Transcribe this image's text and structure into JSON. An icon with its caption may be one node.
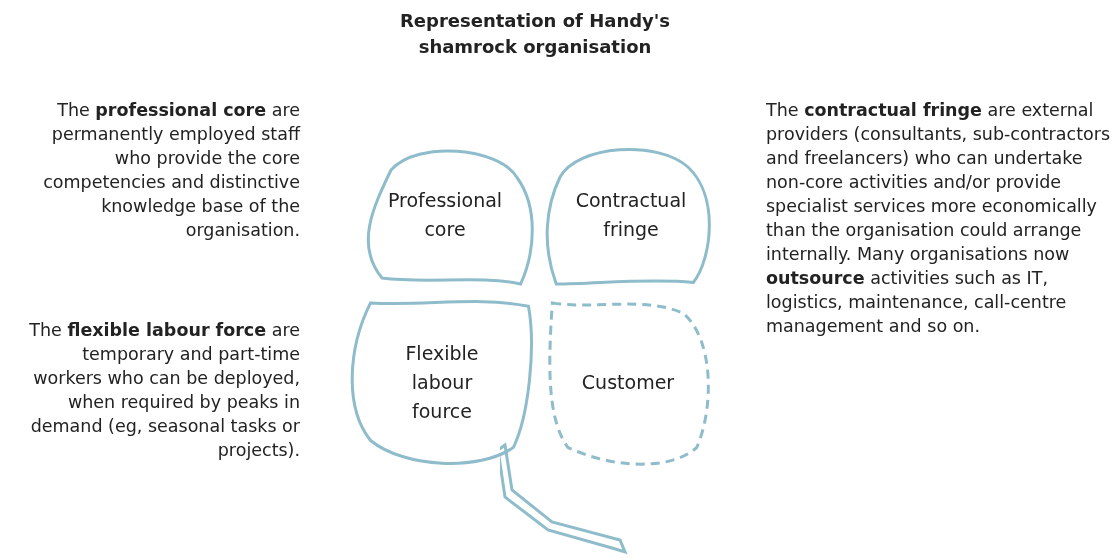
{
  "diagram": {
    "title": "Representation of Handy's shamrock organisation",
    "nodes": [
      {
        "text": [
          "Professional core"
        ]
      },
      {
        "text": [
          "Contractual fringe"
        ]
      },
      {
        "text": [
          "Flexible labour fource"
        ]
      },
      {
        "text": [
          "Customer"
        ]
      }
    ],
    "labels": [
      "The **professional core** are permanently employed staff who provide the core competencies and distinctive knowledge base of the organisation.",
      "The **flexible labour force** are temporary and part-time workers who can be deployed, when required by peaks in demand (eg, seasonal tasks or projects).",
      "The **contractual fringe** are external providers (consultants, sub-contractors and freelancers) who can undertake non-core activities and/or provide specialist services more economically than the organisation could arrange internally. Many organisations now **outsource** activities such as IT, logistics, maintenance, call-centre management and so on."
    ]
  }
}
